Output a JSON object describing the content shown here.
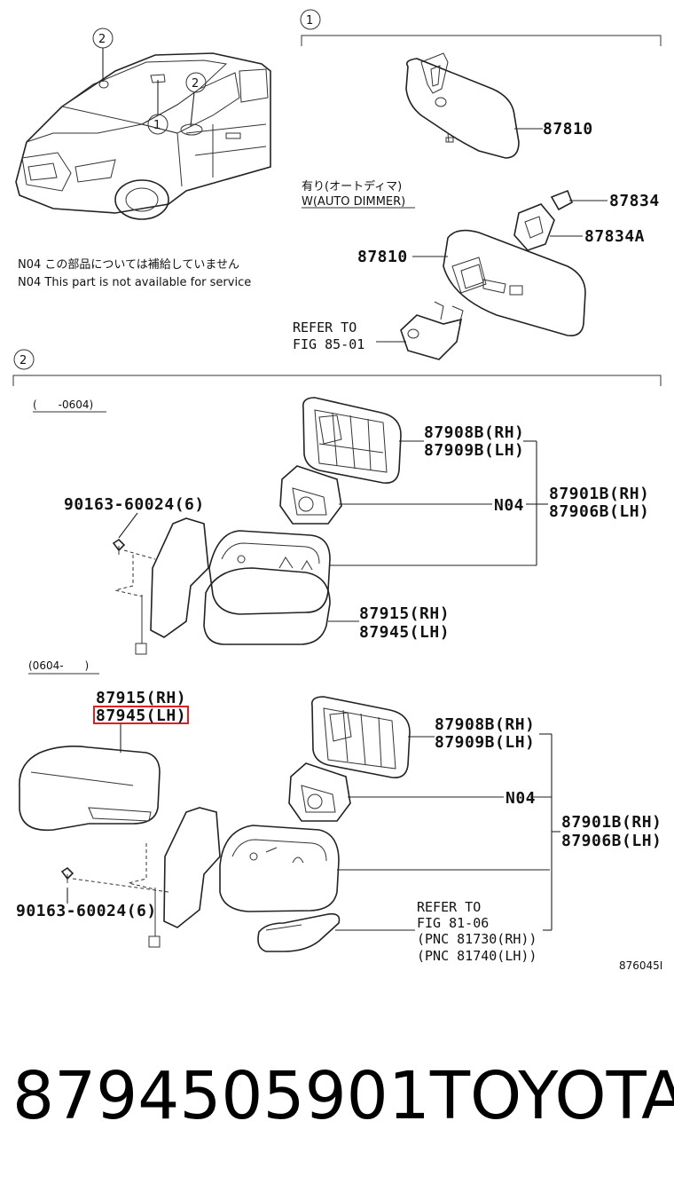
{
  "callouts": {
    "one": "1",
    "two": "2"
  },
  "section1": {
    "auto_dimmer_jp": "有り(オートディマ)",
    "auto_dimmer_en": "W(AUTO DIMMER)",
    "mirror_part": "87810",
    "mirror_part_dimmer": "87810",
    "bracket_part": "87834",
    "bracket_part_a": "87834A",
    "refer_line1": "REFER TO",
    "refer_line2": "FIG 85-01"
  },
  "notes": {
    "n04_jp": "N04 この部品については補給していません",
    "n04_en": "N04 This part is not available for service"
  },
  "section2": {
    "range_early": "(　　-0604)",
    "range_late": "(0604-　　)",
    "early": {
      "glass_rh": "87908B(RH)",
      "glass_lh": "87909B(LH)",
      "motor_code": "N04",
      "assy_rh": "87901B(RH)",
      "assy_lh": "87906B(LH)",
      "screw": "90163-60024(6)",
      "cover_rh": "87915(RH)",
      "cover_lh": "87945(LH)"
    },
    "late": {
      "cover_rh": "87915(RH)",
      "cover_lh": "87945(LH)",
      "glass_rh": "87908B(RH)",
      "glass_lh": "87909B(LH)",
      "motor_code": "N04",
      "assy_rh": "87901B(RH)",
      "assy_lh": "87906B(LH)",
      "screw": "90163-60024(6)",
      "refer_line1": "REFER TO",
      "refer_line2": "FIG 81-06",
      "pnc_rh": "(PNC 81730(RH))",
      "pnc_lh": "(PNC 81740(LH))"
    }
  },
  "diagram_code": "876045I",
  "footer": {
    "part_number": "8794505901",
    "brand": "TOYOTA"
  },
  "highlight_color": "#e02020"
}
